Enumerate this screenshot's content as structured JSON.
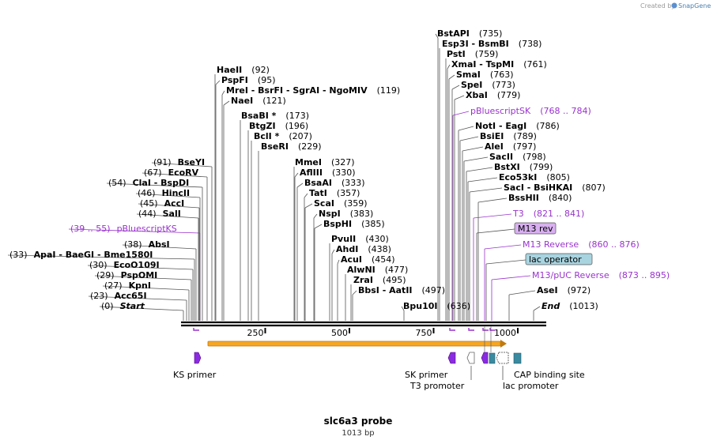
{
  "credit": {
    "prefix": "Created by",
    "brand": "SnapGene"
  },
  "map": {
    "title": "slc6a3 probe",
    "length_label": "1013 bp",
    "length": 1013
  },
  "ruler_ticks": [
    "250",
    "500",
    "750",
    "1000"
  ],
  "site_labels": [
    {
      "name": "Start",
      "pos": "(0)",
      "style": "ital",
      "pos_first": true
    },
    {
      "name": "Acc65I",
      "pos": "(23)",
      "pos_first": true
    },
    {
      "name": "KpnI",
      "pos": "(27)",
      "pos_first": true
    },
    {
      "name": "PspOMI",
      "pos": "(29)",
      "pos_first": true
    },
    {
      "name": "EcoO109I",
      "pos": "(30)",
      "pos_first": true
    },
    {
      "name": "ApaI  - BaeGI  - Bme1580I",
      "pos": "(33)",
      "pos_first": true
    },
    {
      "name": "AbsI",
      "pos": "(38)",
      "pos_first": true
    },
    {
      "name": "pBluescriptKS",
      "pos": "(39 .. 55)",
      "purple": true,
      "pos_first": true
    },
    {
      "name": "SalI",
      "pos": "(44)",
      "pos_first": true
    },
    {
      "name": "AccI",
      "pos": "(45)",
      "pos_first": true
    },
    {
      "name": "HincII",
      "pos": "(46)",
      "pos_first": true
    },
    {
      "name": "ClaI  - BspDI",
      "pos": "(54)",
      "pos_first": true
    },
    {
      "name": "EcoRV",
      "pos": "(67)",
      "pos_first": true
    },
    {
      "name": "BseYI",
      "pos": "(91)",
      "pos_first": true
    },
    {
      "name": "HaeII",
      "pos": "(92)"
    },
    {
      "name": "PspFI",
      "pos": "(95)"
    },
    {
      "name": "MreI  - BsrFI  - SgrAI  - NgoMIV",
      "pos": "(119)"
    },
    {
      "name": "NaeI",
      "pos": "(121)"
    },
    {
      "name": "BsaBI *",
      "pos": "(173)"
    },
    {
      "name": "BtgZI",
      "pos": "(196)"
    },
    {
      "name": "BclI *",
      "pos": "(207)"
    },
    {
      "name": "BseRI",
      "pos": "(229)"
    },
    {
      "name": "MmeI",
      "pos": "(327)"
    },
    {
      "name": "AflIII",
      "pos": "(330)"
    },
    {
      "name": "BsaAI",
      "pos": "(333)"
    },
    {
      "name": "TatI",
      "pos": "(357)"
    },
    {
      "name": "ScaI",
      "pos": "(359)"
    },
    {
      "name": "NspI",
      "pos": "(383)"
    },
    {
      "name": "BspHI",
      "pos": "(385)"
    },
    {
      "name": "PvuII",
      "pos": "(430)"
    },
    {
      "name": "AhdI",
      "pos": "(438)"
    },
    {
      "name": "AcuI",
      "pos": "(454)"
    },
    {
      "name": "AlwNI",
      "pos": "(477)"
    },
    {
      "name": "ZraI",
      "pos": "(495)"
    },
    {
      "name": "BbsI  - AatII",
      "pos": "(497)"
    },
    {
      "name": "Bpu10I",
      "pos": "(636)"
    },
    {
      "name": "BstAPI",
      "pos": "(735)"
    },
    {
      "name": "Esp3I  - BsmBI",
      "pos": "(738)"
    },
    {
      "name": "PstI",
      "pos": "(759)"
    },
    {
      "name": "XmaI  - TspMI",
      "pos": "(761)"
    },
    {
      "name": "SmaI",
      "pos": "(763)"
    },
    {
      "name": "SpeI",
      "pos": "(773)"
    },
    {
      "name": "XbaI",
      "pos": "(779)"
    },
    {
      "name": "pBluescriptSK",
      "pos": "(768 .. 784)",
      "purple": true
    },
    {
      "name": "NotI  - EagI",
      "pos": "(786)"
    },
    {
      "name": "BsiEI",
      "pos": "(789)"
    },
    {
      "name": "AleI",
      "pos": "(797)"
    },
    {
      "name": "SacII",
      "pos": "(798)"
    },
    {
      "name": "BstXI",
      "pos": "(799)"
    },
    {
      "name": "Eco53kI",
      "pos": "(805)"
    },
    {
      "name": "SacI  - BsiHKAI",
      "pos": "(807)"
    },
    {
      "name": "BssHII",
      "pos": "(840)"
    },
    {
      "name": "T3",
      "pos": "(821 .. 841)",
      "purple": true
    },
    {
      "name": "M13 rev",
      "pos": "",
      "boxed": "m13rev"
    },
    {
      "name": "M13 Reverse",
      "pos": "(860 .. 876)",
      "purple": true
    },
    {
      "name": "lac operator",
      "pos": "",
      "boxed": "lacop"
    },
    {
      "name": "M13/pUC Reverse",
      "pos": "(873 .. 895)",
      "purple": true
    },
    {
      "name": "AseI",
      "pos": "(972)"
    },
    {
      "name": "End",
      "pos": "(1013)",
      "style": "ital"
    }
  ],
  "features": [
    {
      "name": "KS primer"
    },
    {
      "name": "SK primer"
    },
    {
      "name": "T3 promoter"
    },
    {
      "name": "CAP binding site"
    },
    {
      "name": "lac promoter"
    }
  ],
  "colors": {
    "primer": "#8a2be2",
    "purple_text": "#9933cc",
    "insert_arrow": "#f5a623",
    "cap_box": "#3a8aa0",
    "m13rev_box": "#d8b0f0",
    "lacop_box": "#a8d4e0"
  }
}
